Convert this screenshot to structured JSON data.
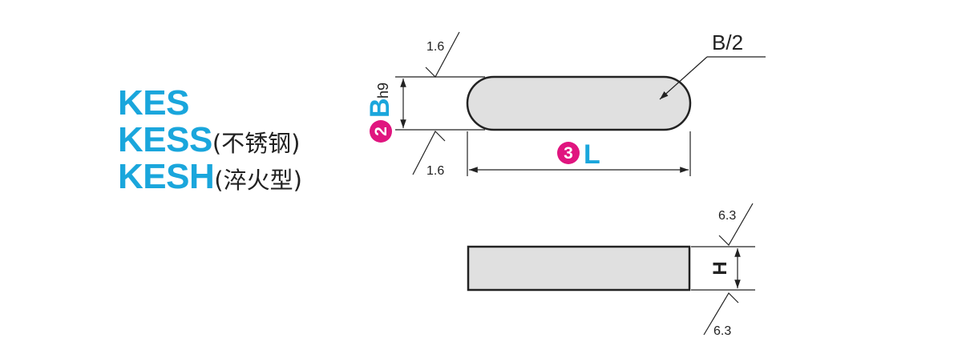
{
  "codes": [
    {
      "code": "KES",
      "note": ""
    },
    {
      "code": "KESS",
      "note": "(不锈钢)"
    },
    {
      "code": "KESH",
      "note": "(淬火型)"
    }
  ],
  "top_view": {
    "roughness_top": "1.6",
    "roughness_bottom": "1.6",
    "radius_label": "B/2",
    "width_label": {
      "index": "2",
      "symbol": "B",
      "tolerance": "h9"
    },
    "length_label": {
      "index": "3",
      "symbol": "L"
    }
  },
  "side_view": {
    "roughness_top": "6.3",
    "roughness_bottom": "6.3",
    "height_label": "H"
  },
  "colors": {
    "accent_blue": "#1aa6dc",
    "bubble_magenta": "#e0157f",
    "part_fill": "#e0e0e0",
    "line": "#222222"
  }
}
